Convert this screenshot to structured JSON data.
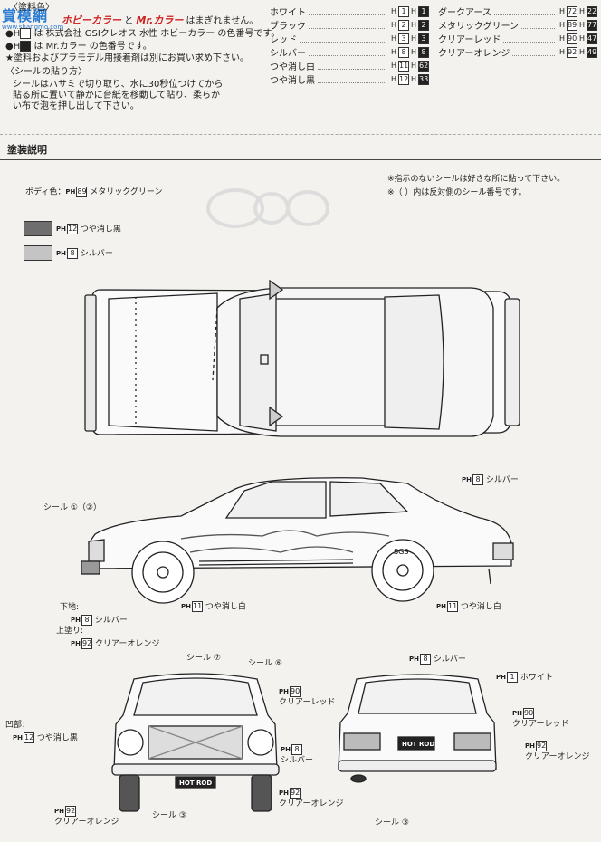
{
  "watermark": {
    "text": "賞模網",
    "sub": "www.shangmo.com"
  },
  "header_notes": {
    "corner_label": "〈塗料色〉",
    "line1_a": "ホビーカラー",
    "line1_and": "と",
    "line1_b": "Mr.カラー",
    "line1_c": "はまぎれません。",
    "line2_prefix": "●H",
    "line2_text": "は 株式会社 GSIクレオス 水性 ホビーカラー の色番号です。",
    "line3_prefix": "●H",
    "line3_text": "は Mr.カラー の色番号です。",
    "line4": "★塗料およびプラモデル用接着剤は別にお買い求め下さい。",
    "decal_heading": "〈シールの貼り方〉",
    "decal_line1": "シールはハサミで切り取り、水に30秒位つけてから",
    "decal_line2": "貼る所に置いて静かに台紙を移動して貼り、柔らか",
    "decal_line3": "い布で泡を押し出して下さい。"
  },
  "paint_table_left": [
    {
      "name": "ホワイト",
      "h": "H",
      "hobby": "1",
      "mr": "1"
    },
    {
      "name": "ブラック",
      "h": "H",
      "hobby": "2",
      "mr": "2"
    },
    {
      "name": "レッド",
      "h": "H",
      "hobby": "3",
      "mr": "3"
    },
    {
      "name": "シルバー",
      "h": "H",
      "hobby": "8",
      "mr": "8"
    },
    {
      "name": "つや消し白",
      "h": "H",
      "hobby": "11",
      "mr": "62"
    },
    {
      "name": "つや消し黒",
      "h": "H",
      "hobby": "12",
      "mr": "33"
    }
  ],
  "paint_table_right": [
    {
      "name": "ダークアース",
      "h": "H",
      "hobby": "72",
      "mr": "22"
    },
    {
      "name": "メタリックグリーン",
      "h": "H",
      "hobby": "89",
      "mr": "77"
    },
    {
      "name": "クリアーレッド",
      "h": "H",
      "hobby": "90",
      "mr": "47"
    },
    {
      "name": "クリアーオレンジ",
      "h": "H",
      "hobby": "92",
      "mr": "49"
    }
  ],
  "section_title": "塗装説明",
  "notes_right": {
    "note1": "※指示のないシールは好きな所に貼って下さい。",
    "note2": "※（ ）内は反対側のシール番号です。"
  },
  "body_color": {
    "label": "ボディ色：",
    "code": "89",
    "name": "メタリックグリーン"
  },
  "legend": [
    {
      "code": "12",
      "name": "つや消し黒",
      "color": "#6e6e6e"
    },
    {
      "code": "8",
      "name": "シルバー",
      "color": "#c4c4c4"
    }
  ],
  "side_labels": {
    "decal_1": "シール ①（②）",
    "silver_code": "8",
    "silver_name": "シルバー",
    "flat_white_front_code": "11",
    "flat_white_front_name": "つや消し白",
    "flat_white_rear_code": "11",
    "flat_white_rear_name": "つや消し白",
    "base_label": "下地:",
    "base_code": "8",
    "base_name": "シルバー",
    "top_label": "上塗り:",
    "top_code": "92",
    "top_name": "クリアーオレンジ",
    "tire_text": "SGS"
  },
  "front_labels": {
    "decal_7": "シール ⑦",
    "decal_6": "シール ⑥",
    "recess_label": "凹部：",
    "recess_code": "12",
    "recess_name": "つや消し黒",
    "clear_red_code": "90",
    "clear_red_name": "クリアーレッド",
    "silver_code": "8",
    "silver_name": "シルバー",
    "clear_orange_code": "92",
    "clear_orange_name": "クリアーオレンジ",
    "bottom_left_code": "92",
    "bottom_left_name": "クリアーオレンジ",
    "decal_3": "シール ③",
    "plate": "HOT ROD"
  },
  "rear_labels": {
    "silver_code": "8",
    "silver_name": "シルバー",
    "white_code": "1",
    "white_name": "ホワイト",
    "clear_red_code": "90",
    "clear_red_name": "クリアーレッド",
    "clear_orange_code": "92",
    "clear_orange_name": "クリアーオレンジ",
    "decal_3": "シール ③",
    "plate": "HOT ROD"
  }
}
